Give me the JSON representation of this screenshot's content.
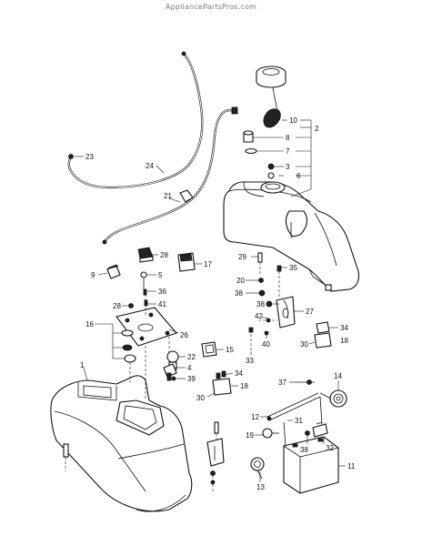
{
  "watermark": "AppliancePartsPros.com",
  "labels": {
    "p1": "1",
    "p2": "2",
    "p3": "3",
    "p4": "4",
    "p5": "5",
    "p6": "6",
    "p7": "7",
    "p8": "8",
    "p9": "9",
    "p10": "10",
    "p11": "11",
    "p12": "12",
    "p13": "13",
    "p14": "14",
    "p15": "15",
    "p16": "16",
    "p17": "17",
    "p18a": "18",
    "p18b": "18",
    "p19": "19",
    "p20": "20",
    "p21": "21",
    "p22": "22",
    "p23": "23",
    "p24": "24",
    "p26": "26",
    "p27": "27",
    "p28a": "28",
    "p28b": "28",
    "p29": "29",
    "p30a": "30",
    "p30b": "30",
    "p31": "31",
    "p32": "32",
    "p33": "33",
    "p34a": "34",
    "p34b": "34",
    "p35": "35",
    "p36": "36",
    "p37": "37",
    "p38a": "38",
    "p38b": "38",
    "p38c": "38",
    "p39": "39",
    "p40": "40",
    "p41": "41",
    "p42": "42"
  }
}
